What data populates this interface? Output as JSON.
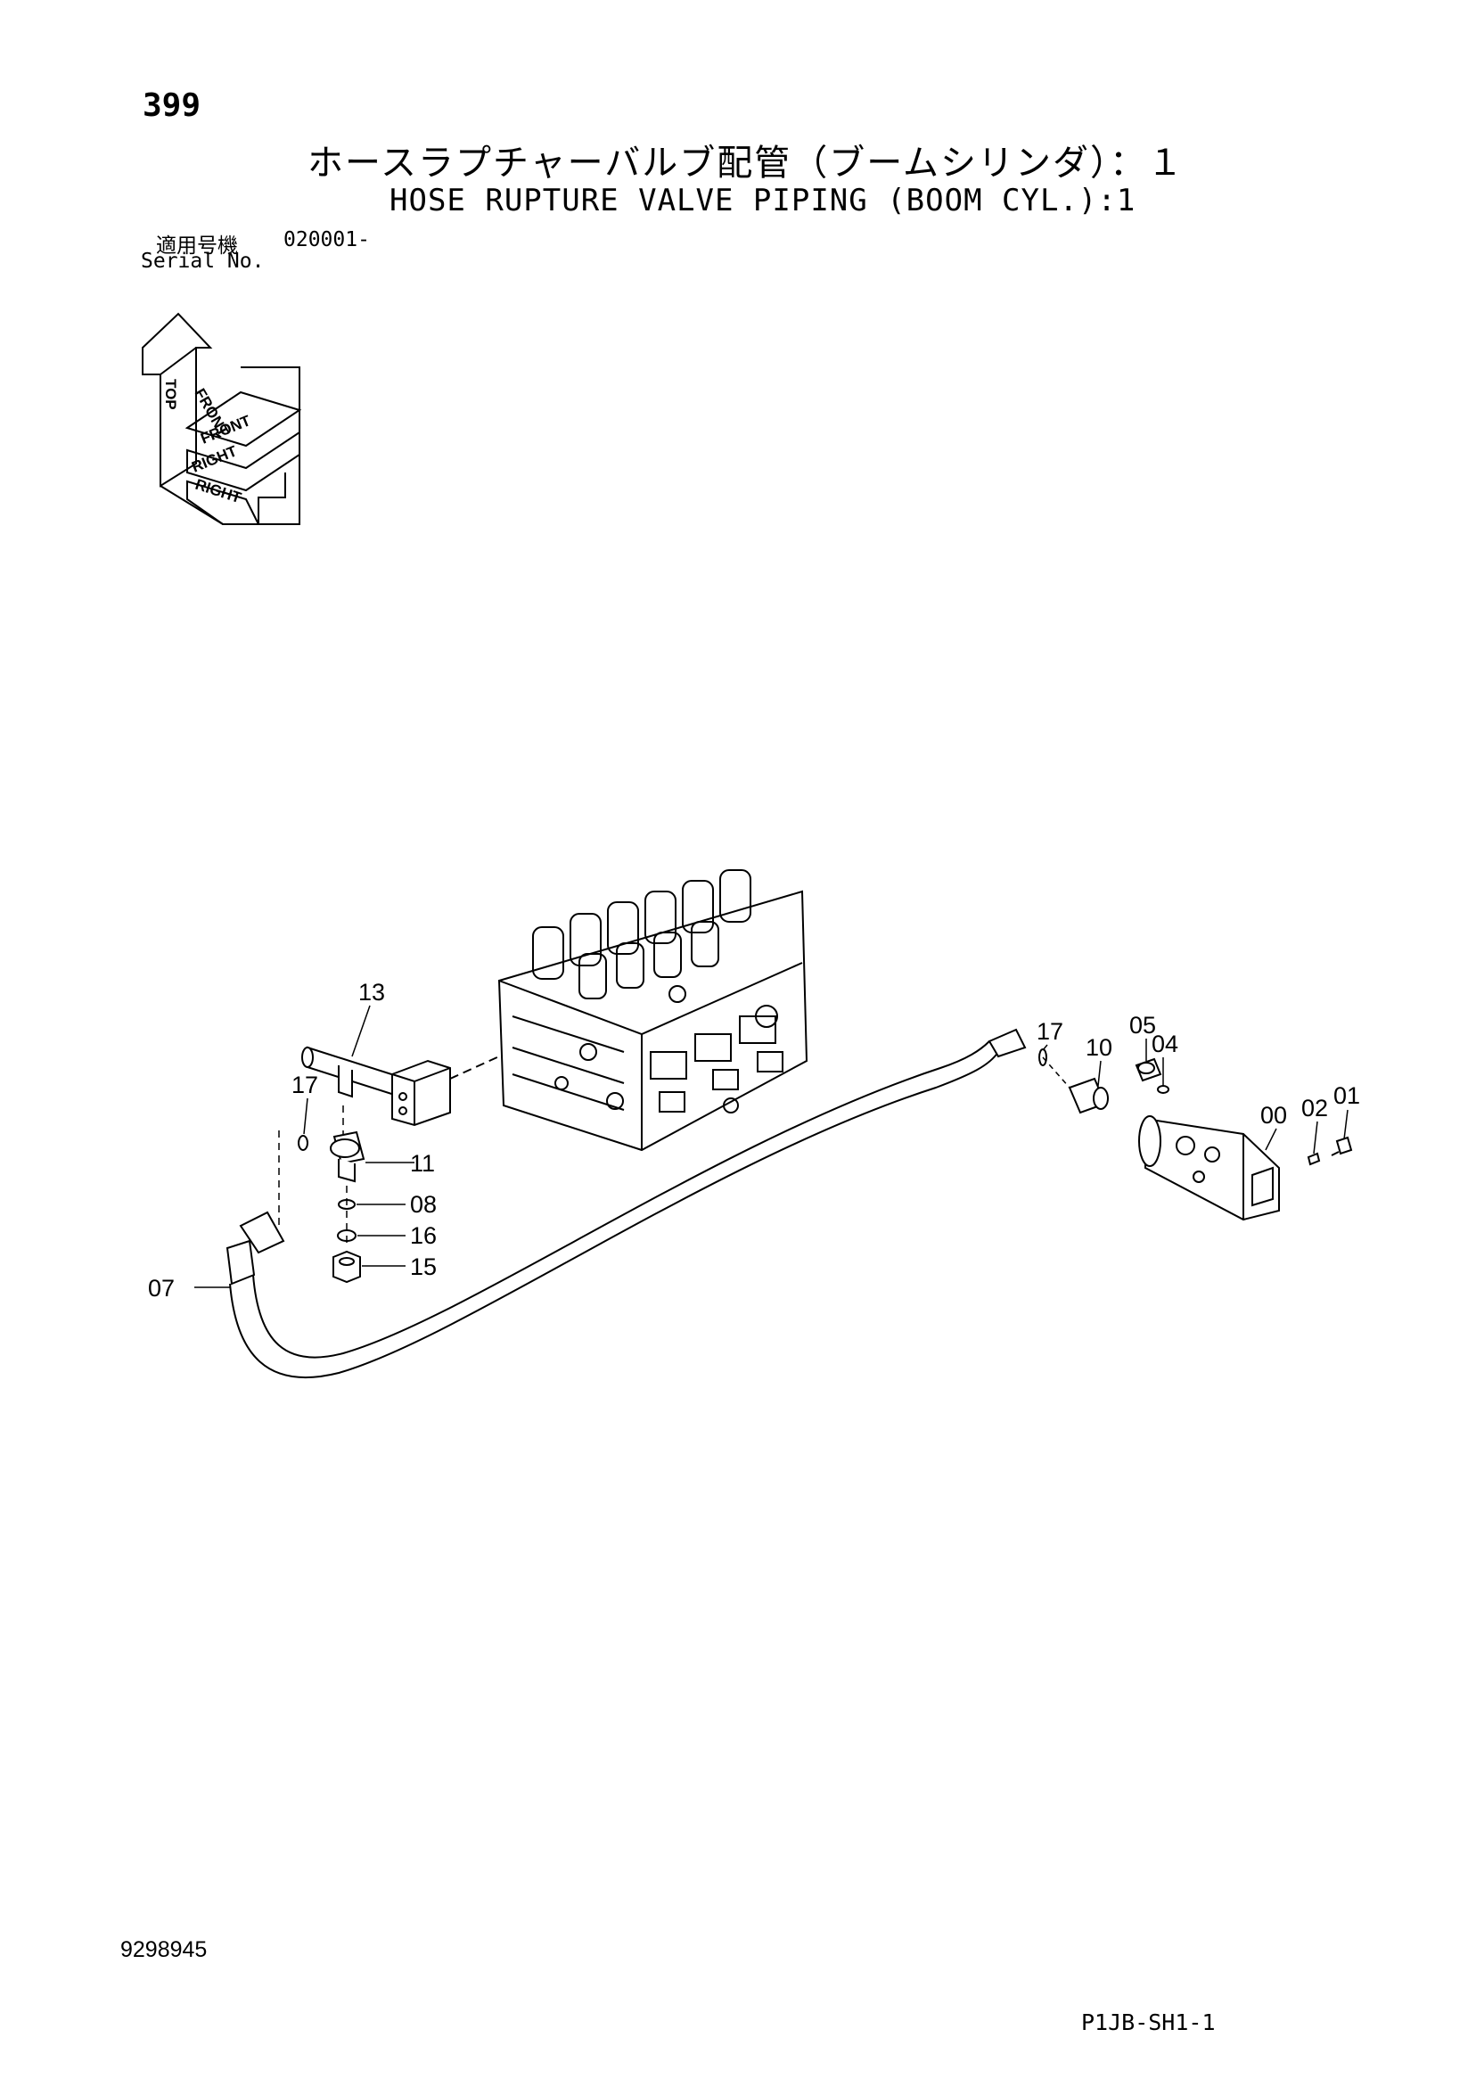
{
  "header": {
    "page_number": "399",
    "title_jp": "ホースラプチャーバルブ配管（ブームシリンダ）：１",
    "title_en": "HOSE RUPTURE VALVE PIPING (BOOM CYL.):1"
  },
  "serial": {
    "label_jp": "適用号機",
    "value": "020001-",
    "label_en": "Serial No."
  },
  "orientation": {
    "top": "TOP",
    "front": "FRONT",
    "right": "RIGHT"
  },
  "callouts": {
    "c13": "13",
    "c17a": "17",
    "c11": "11",
    "c08": "08",
    "c16": "16",
    "c15": "15",
    "c07": "07",
    "c17b": "17",
    "c10": "10",
    "c05": "05",
    "c04": "04",
    "c00": "00",
    "c02": "02",
    "c01": "01"
  },
  "footer": {
    "document_number": "9298945",
    "sheet_id": "P1JB-SH1-1"
  }
}
